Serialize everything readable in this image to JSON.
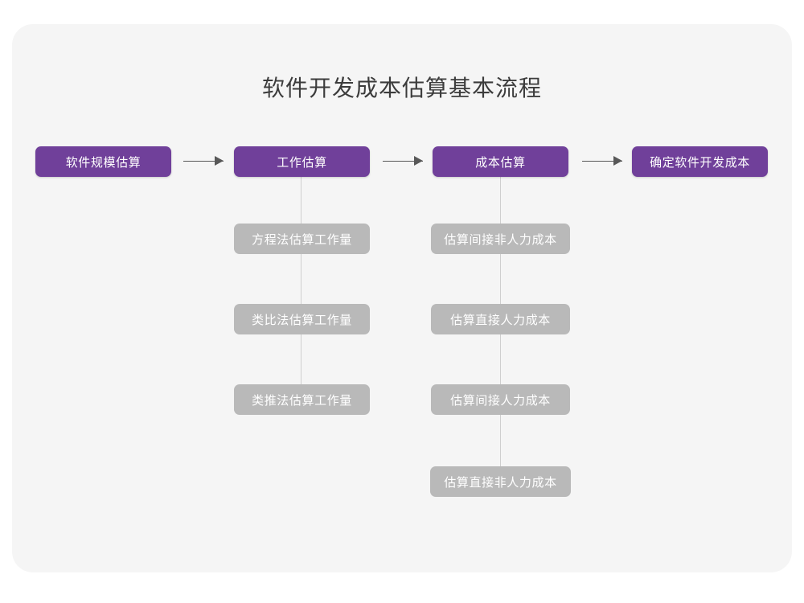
{
  "title": "软件开发成本估算基本流程",
  "colors": {
    "page_background": "#ffffff",
    "card_background": "#f5f5f5",
    "primary_node": "#70409a",
    "sub_node": "#b9b9b9",
    "title_text": "#3c3c3c",
    "node_text": "#ffffff",
    "connector_line": "#cfcfcf",
    "arrow": "#585858"
  },
  "flow": {
    "steps": [
      {
        "label": "软件规模估算",
        "substeps": []
      },
      {
        "label": "工作估算",
        "substeps": [
          "方程法估算工作量",
          "类比法估算工作量",
          "类推法估算工作量"
        ]
      },
      {
        "label": "成本估算",
        "substeps": [
          "估算间接非人力成本",
          "估算直接人力成本",
          "估算间接人力成本",
          "估算直接非人力成本"
        ]
      },
      {
        "label": "确定软件开发成本",
        "substeps": []
      }
    ],
    "connector_icon": "arrow-right-icon"
  }
}
